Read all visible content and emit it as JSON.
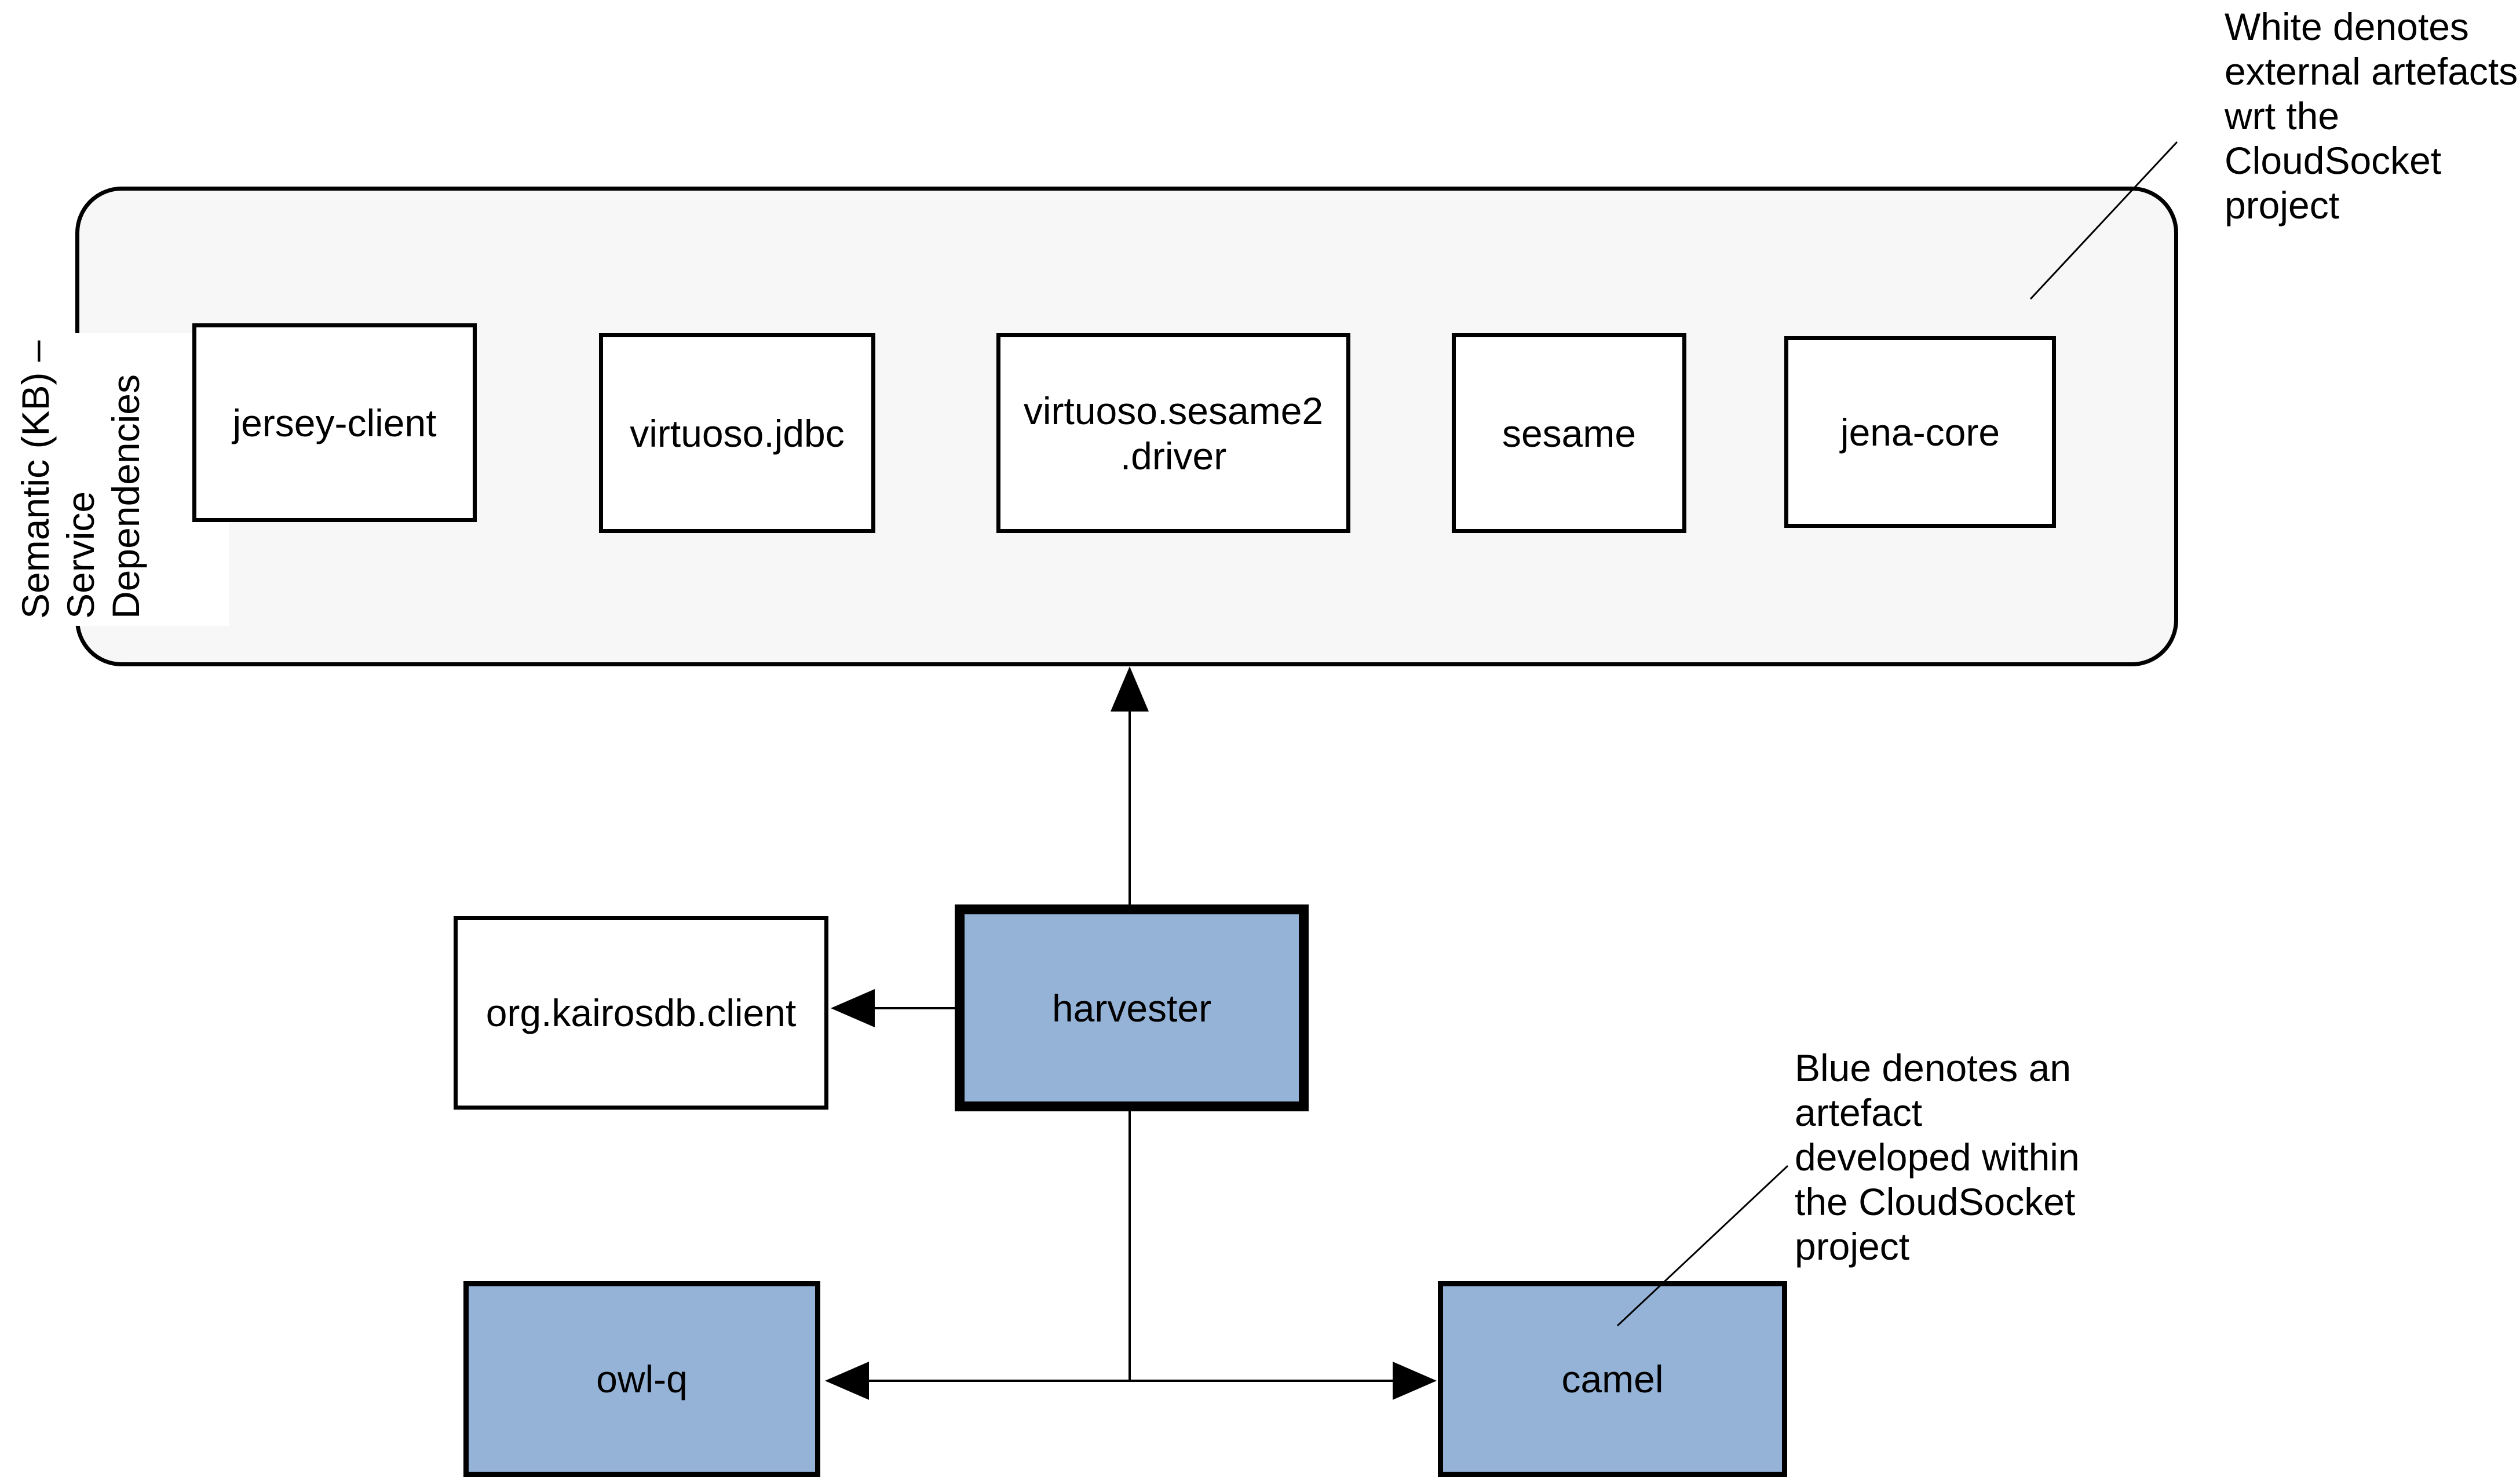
{
  "diagram": {
    "title_group": {
      "label_line1": "Semantic (KB) –",
      "label_line2": "Service",
      "label_line3": "Dependencies"
    },
    "nodes": {
      "jersey_client": {
        "label": "jersey-client",
        "type": "external"
      },
      "virtuoso_jdbc": {
        "label": "virtuoso.jdbc",
        "type": "external"
      },
      "virtuoso_sesame2_driver": {
        "label_line1": "virtuoso.sesame2",
        "label_line2": ".driver",
        "type": "external"
      },
      "sesame": {
        "label": "sesame",
        "type": "external"
      },
      "jena_core": {
        "label": "jena-core",
        "type": "external"
      },
      "harvester": {
        "label": "harvester",
        "type": "cloudsocket"
      },
      "org_kairosdb_client": {
        "label": "org.kairosdb.client",
        "type": "external"
      },
      "owl_q": {
        "label": "owl-q",
        "type": "cloudsocket"
      },
      "camel": {
        "label": "camel",
        "type": "cloudsocket"
      }
    },
    "annotations": {
      "white_note": {
        "line1": "White denotes",
        "line2": "external artefacts",
        "line3": "wrt the",
        "line4": "CloudSocket",
        "line5": "project"
      },
      "blue_note": {
        "line1": "Blue denotes an",
        "line2": "artefact",
        "line3": "developed within",
        "line4": "the CloudSocket",
        "line5": "project"
      }
    },
    "colors": {
      "cloudsocket_artefact_blue": "#95B3D7",
      "external_artefact_white": "#FFFFFF",
      "group_fill": "#F7F7F7",
      "line_color": "#000000"
    }
  }
}
